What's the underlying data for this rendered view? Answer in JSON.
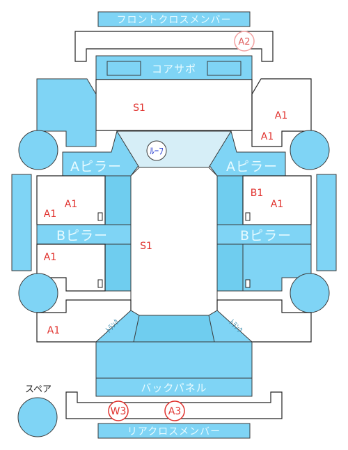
{
  "panels": {
    "front_cross_member": "フロントクロスメンバー",
    "core_support": "コアサポ",
    "a_pillar_left": "Aピラー",
    "a_pillar_right": "Aピラー",
    "b_pillar_left": "Bピラー",
    "b_pillar_right": "Bピラー",
    "back_panel": "バックパネル",
    "rear_cross_member": "リアクロスメンバー",
    "trunk_left": "ﾄﾗﾝｸ",
    "trunk_right": "ﾄﾗﾝｸ",
    "spare": "スペア"
  },
  "codes": {
    "front_center": "S1",
    "front_right_upper": "A1",
    "front_right_lower": "A1",
    "left_front_door_a": "A1",
    "left_front_door_b": "A1",
    "right_front_door_b1": "B1",
    "right_front_door_a1": "A1",
    "cabin_center": "S1",
    "left_rear_door": "A1",
    "left_rear_fender": "A1",
    "front_cross_member": "A2",
    "rear_w": "W3",
    "rear_a": "A3",
    "roof": "ﾙｰﾌ"
  },
  "colors": {
    "panel_fill": "#7fd4f5",
    "marker_red": "#e0302c",
    "marker_blue": "#2a3fd0"
  }
}
